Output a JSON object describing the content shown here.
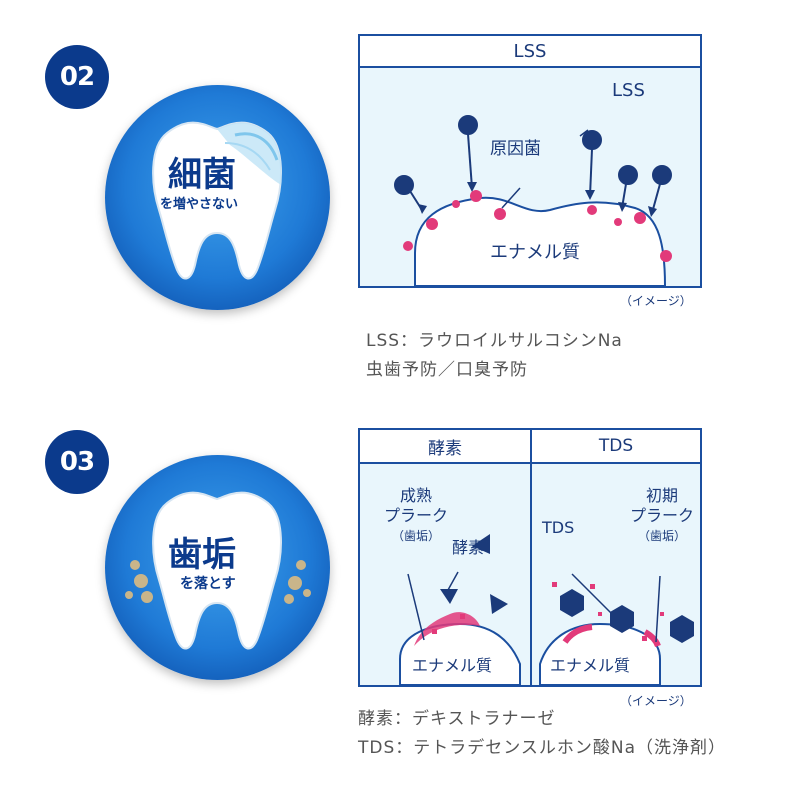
{
  "section02": {
    "number": "02",
    "tooth_main": "細菌",
    "tooth_sub": "を増やさない",
    "diagram": {
      "title": "LSS",
      "label_lss": "LSS",
      "label_bacteria": "原因菌",
      "label_enamel": "エナメル質",
      "note": "（イメージ）"
    },
    "caption_line1": "LSS：ラウロイルサルコシンNa",
    "caption_line2": "虫歯予防／口臭予防"
  },
  "section03": {
    "number": "03",
    "tooth_main": "歯垢",
    "tooth_sub": "を落とす",
    "diagram": {
      "left_title": "酵素",
      "right_title": "TDS",
      "label_mature_1": "成熟",
      "label_mature_2": "プラーク",
      "label_mature_3": "（歯垢）",
      "label_enzyme": "酵素",
      "label_tds": "TDS",
      "label_initial_1": "初期",
      "label_initial_2": "プラーク",
      "label_initial_3": "（歯垢）",
      "label_enamel_left": "エナメル質",
      "label_enamel_right": "エナメル質",
      "note": "（イメージ）"
    },
    "caption_line1": "酵素：デキストラナーゼ",
    "caption_line2": "TDS：テトラデセンスルホン酸Na（洗浄剤）"
  },
  "colors": {
    "navy": "#0b3a8c",
    "pink": "#e23a7a",
    "diagram_bg": "#e9f6fc",
    "border": "#1b4fa0"
  }
}
